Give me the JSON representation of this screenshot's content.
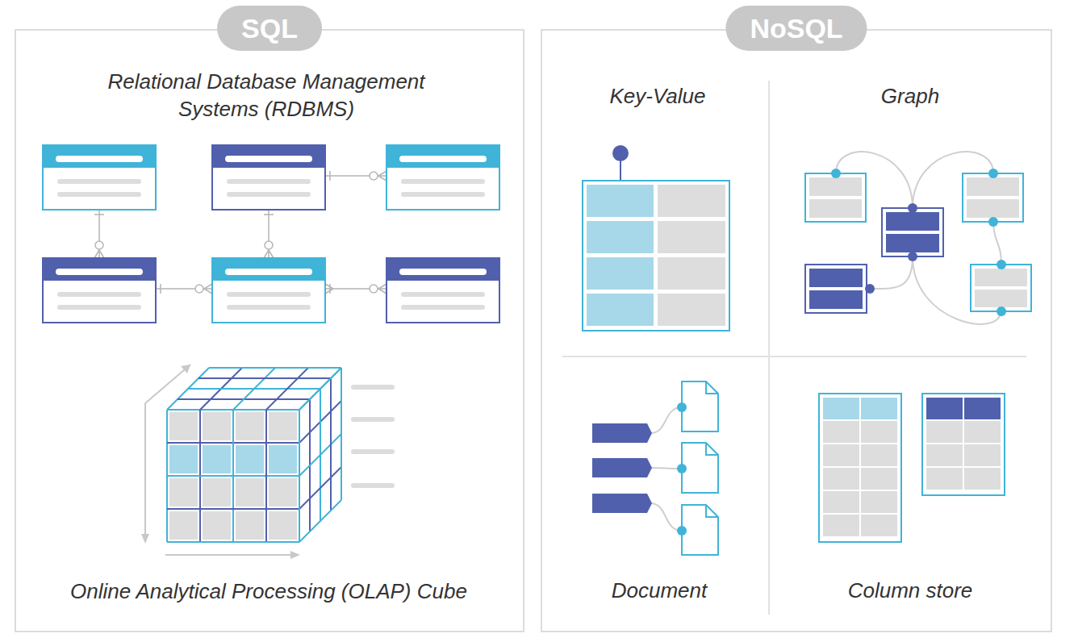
{
  "diagram": {
    "nodes": [
      {
        "text": [
          "SQL"
        ]
      },
      {
        "text": [
          "NoSQL"
        ]
      }
    ],
    "labels": [
      "Relational Database Management Systems (RDBMS)",
      "Online Analytical Processing (OLAP) Cube",
      "Key-Value",
      "Graph",
      "Document",
      "Column store"
    ]
  }
}
